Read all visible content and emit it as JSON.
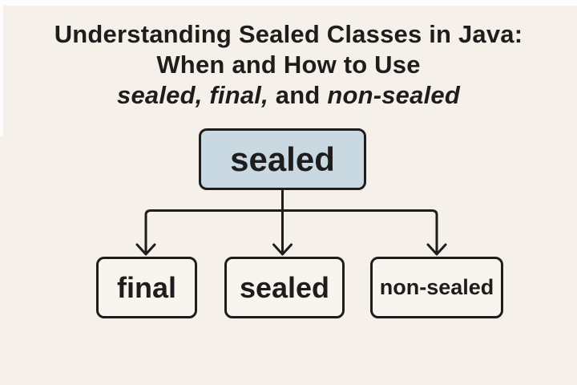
{
  "theme": {
    "background": "#f5f1ea",
    "ink": "#1e1d1b",
    "root_fill": "#c8d9e2",
    "child_fill": "#f8f5ef"
  },
  "title": {
    "line1": "Understanding Sealed Classes in Java:",
    "line2": "When and How to Use",
    "line3": {
      "seg1": "sealed,",
      "seg2": "final,",
      "seg3": "and",
      "seg4": "non-sealed"
    }
  },
  "diagram": {
    "root": {
      "label": "sealed"
    },
    "children": [
      {
        "label": "final"
      },
      {
        "label": "sealed"
      },
      {
        "label": "non-sealed"
      }
    ]
  }
}
